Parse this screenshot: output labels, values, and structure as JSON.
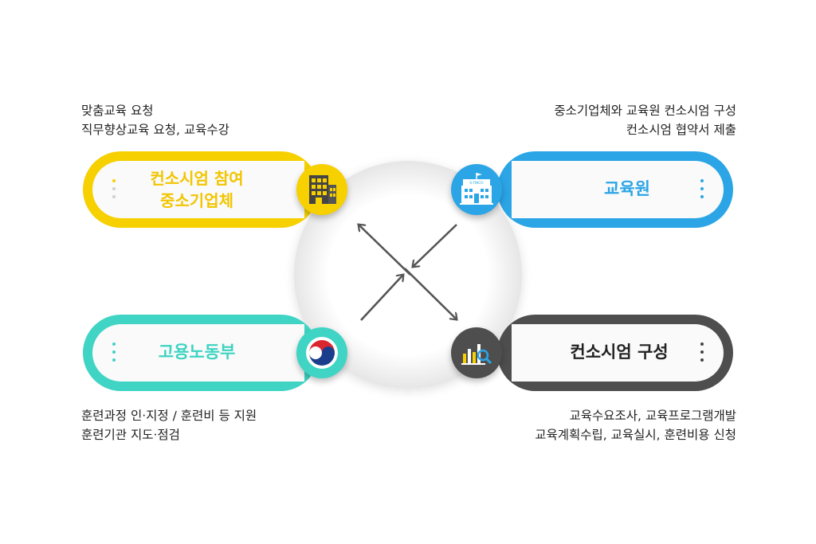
{
  "colors": {
    "yellow": "#f7d000",
    "blue": "#2ba5e6",
    "teal": "#3fd4c4",
    "gray": "#4e4e4e",
    "yellow_text": "#f2c500",
    "blue_text": "#2ba5e6",
    "teal_text": "#3dd3c2",
    "gray_text": "#222222"
  },
  "captions": {
    "top_left": [
      "맞춤교육 요청",
      "직무향상교육 요청, 교육수강"
    ],
    "top_right": [
      "중소기업체와 교육원 컨소시엄 구성",
      "컨소시엄 협약서 제출"
    ],
    "bottom_left": [
      "훈련과정 인·지정 / 훈련비 등 지원",
      "훈련기관 지도·점검"
    ],
    "bottom_right": [
      "교육수요조사, 교육프로그램개발",
      "교육계획수립, 교육실시, 훈련비용 신청"
    ]
  },
  "nodes": {
    "sme": {
      "line1": "컨소시엄 참여",
      "line2": "중소기업체",
      "icon": "building-icon"
    },
    "edu": {
      "label": "교육원",
      "icon": "school-icon",
      "sign": "S-FINCO"
    },
    "ministry": {
      "label": "고용노동부",
      "icon": "government-emblem-icon"
    },
    "consortium": {
      "label": "컨소시엄 구성",
      "icon": "chart-search-icon"
    }
  }
}
